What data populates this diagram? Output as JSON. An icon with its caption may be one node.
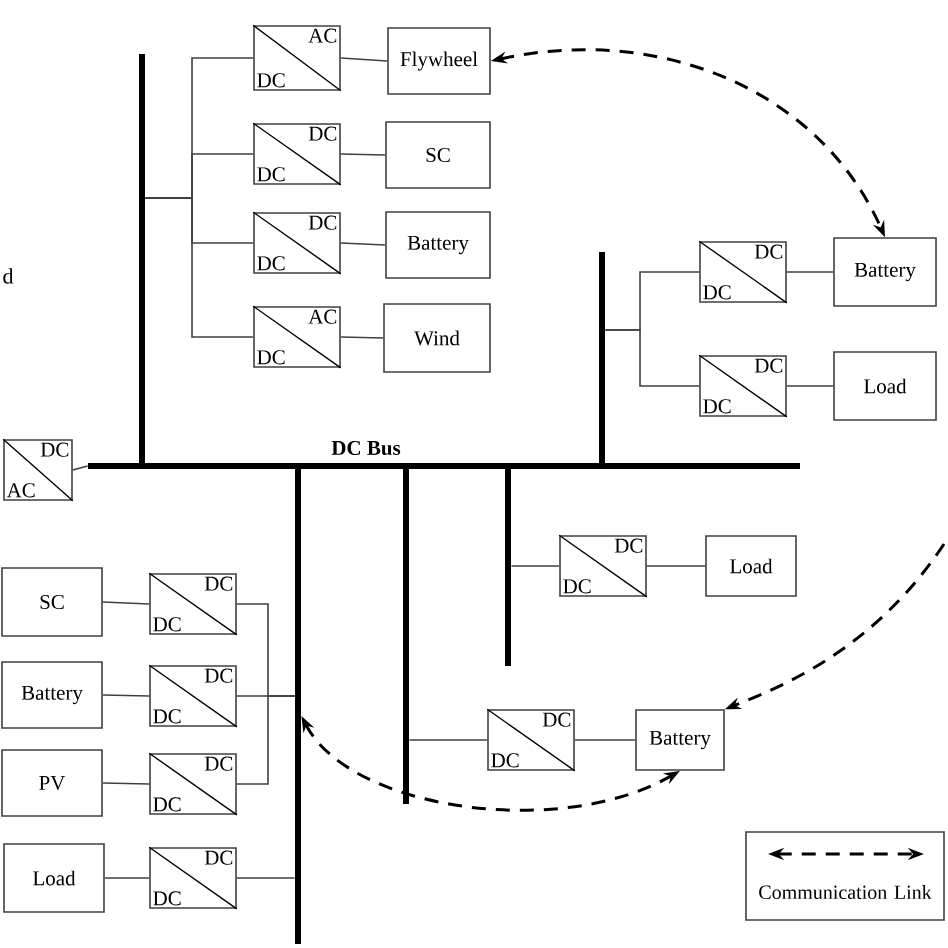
{
  "diagram": {
    "nodes": [
      {
        "text": [],
        "shape": "bar"
      },
      {
        "text": [],
        "shape": "bar"
      },
      {
        "text": [],
        "shape": "bar"
      },
      {
        "text": [],
        "shape": "bar"
      },
      {
        "text": [],
        "shape": "bar"
      },
      {
        "text": [],
        "shape": "bar"
      },
      {
        "text": [
          "DC",
          "AC"
        ]
      },
      {
        "text": [
          "AC",
          "DC"
        ]
      },
      {
        "text": [
          "Flywheel"
        ]
      },
      {
        "text": [
          "DC",
          "DC"
        ]
      },
      {
        "text": [
          "SC"
        ]
      },
      {
        "text": [
          "DC",
          "DC"
        ]
      },
      {
        "text": [
          "Battery"
        ]
      },
      {
        "text": [
          "AC",
          "DC"
        ]
      },
      {
        "text": [
          "Wind"
        ]
      },
      {
        "text": [
          "DC",
          "DC"
        ]
      },
      {
        "text": [
          "Battery"
        ]
      },
      {
        "text": [
          "DC",
          "DC"
        ]
      },
      {
        "text": [
          "Load"
        ]
      },
      {
        "text": [
          "DC",
          "DC"
        ]
      },
      {
        "text": [
          "Load"
        ]
      },
      {
        "text": [
          "DC",
          "DC"
        ]
      },
      {
        "text": [
          "Battery"
        ]
      },
      {
        "text": [
          "SC"
        ]
      },
      {
        "text": [
          "DC",
          "DC"
        ]
      },
      {
        "text": [
          "Battery"
        ]
      },
      {
        "text": [
          "DC",
          "DC"
        ]
      },
      {
        "text": [
          "PV"
        ]
      },
      {
        "text": [
          "DC",
          "DC"
        ]
      },
      {
        "text": [
          "Load"
        ]
      },
      {
        "text": [
          "DC",
          "DC"
        ]
      }
    ],
    "edges": [
      {
        "from": 6,
        "to": 0,
        "arrow": "none"
      },
      {
        "from": 1,
        "to": 7,
        "arrow": "none"
      },
      {
        "from": 1,
        "to": 9,
        "arrow": "none"
      },
      {
        "from": 1,
        "to": 11,
        "arrow": "none"
      },
      {
        "from": 1,
        "to": 13,
        "arrow": "none"
      },
      {
        "from": 7,
        "to": 8,
        "arrow": "none"
      },
      {
        "from": 9,
        "to": 10,
        "arrow": "none"
      },
      {
        "from": 11,
        "to": 12,
        "arrow": "none"
      },
      {
        "from": 13,
        "to": 14,
        "arrow": "none"
      },
      {
        "from": 2,
        "to": 15,
        "arrow": "none"
      },
      {
        "from": 2,
        "to": 17,
        "arrow": "none"
      },
      {
        "from": 15,
        "to": 16,
        "arrow": "none"
      },
      {
        "from": 17,
        "to": 18,
        "arrow": "none"
      },
      {
        "from": 5,
        "to": 19,
        "arrow": "none"
      },
      {
        "from": 19,
        "to": 20,
        "arrow": "none"
      },
      {
        "from": 4,
        "to": 21,
        "arrow": "none"
      },
      {
        "from": 21,
        "to": 22,
        "arrow": "none"
      },
      {
        "from": 3,
        "to": 24,
        "arrow": "none"
      },
      {
        "from": 3,
        "to": 26,
        "arrow": "none"
      },
      {
        "from": 3,
        "to": 28,
        "arrow": "none"
      },
      {
        "from": 3,
        "to": 30,
        "arrow": "none"
      },
      {
        "from": 24,
        "to": 23,
        "arrow": "none"
      },
      {
        "from": 26,
        "to": 25,
        "arrow": "none"
      },
      {
        "from": 28,
        "to": 27,
        "arrow": "none"
      },
      {
        "from": 30,
        "to": 29,
        "arrow": "none"
      },
      {
        "from": 8,
        "to": 16,
        "arrow": "both",
        "style": "dashed"
      },
      {
        "from": null,
        "to": 22,
        "arrow": "to",
        "style": "dashed"
      },
      {
        "from": 3,
        "to": 22,
        "arrow": "both",
        "style": "dashed"
      }
    ],
    "labels": [
      "d",
      "DC Bus"
    ],
    "legend": [
      {
        "text": "Communication Link"
      }
    ]
  }
}
